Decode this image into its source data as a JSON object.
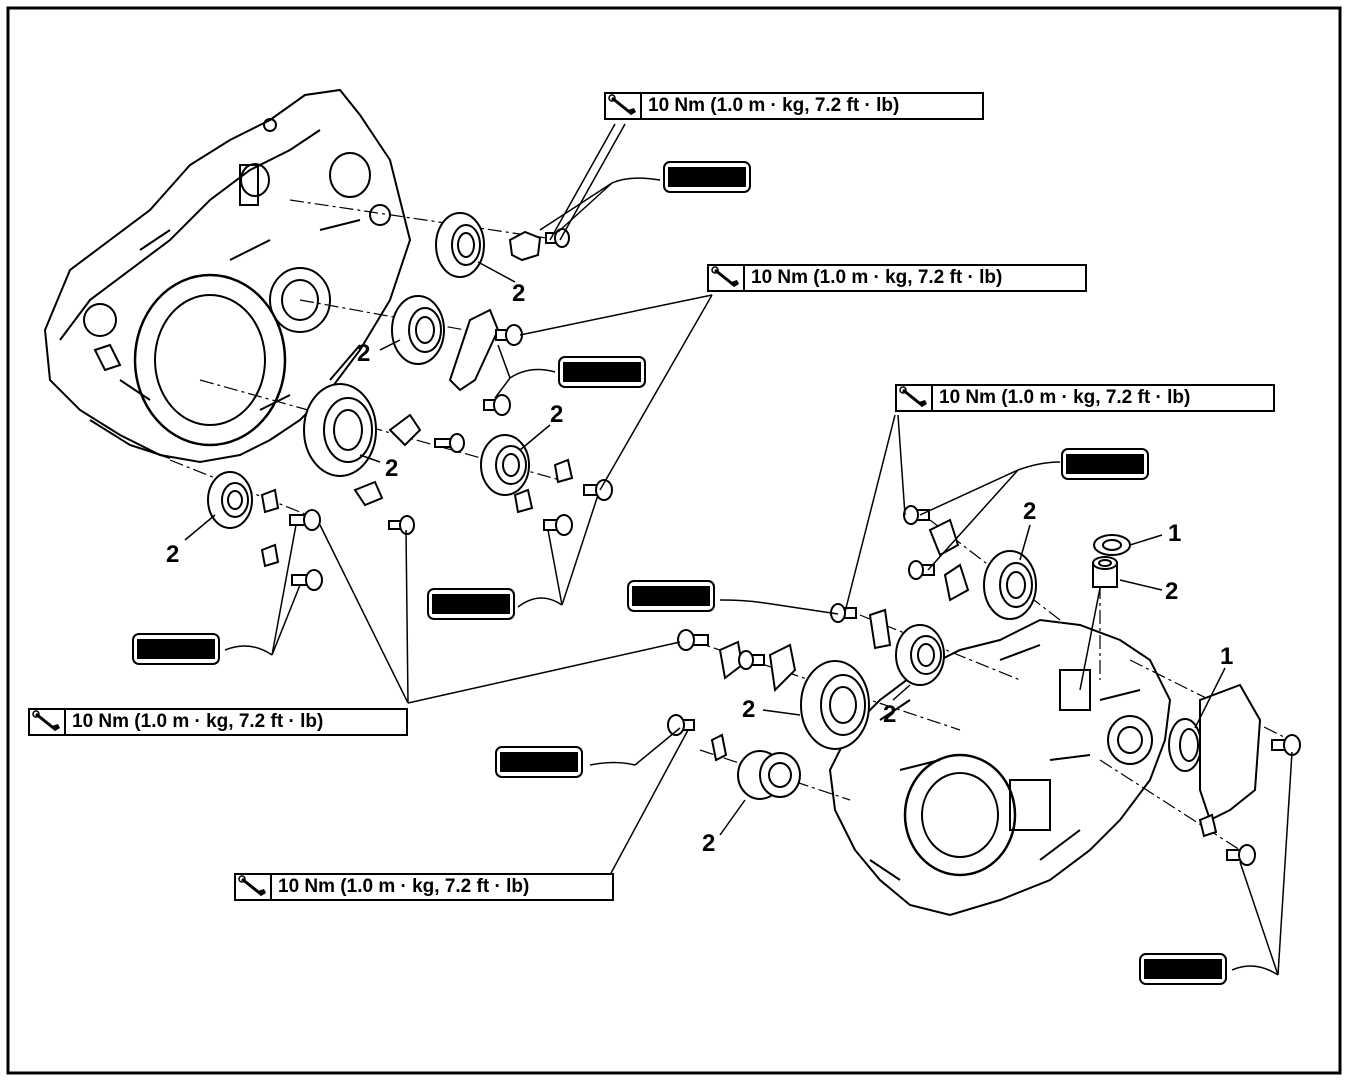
{
  "torque_spec": "10 Nm (1.0 m · kg, 7.2 ft · lb)",
  "torque_icon": "torque-wrench-icon",
  "sealant_icon": "locking-agent-tube-icon",
  "callouts": {
    "bearing": "2",
    "oil_seal": "1"
  },
  "colors": {
    "line": "#000000",
    "background": "#ffffff"
  }
}
